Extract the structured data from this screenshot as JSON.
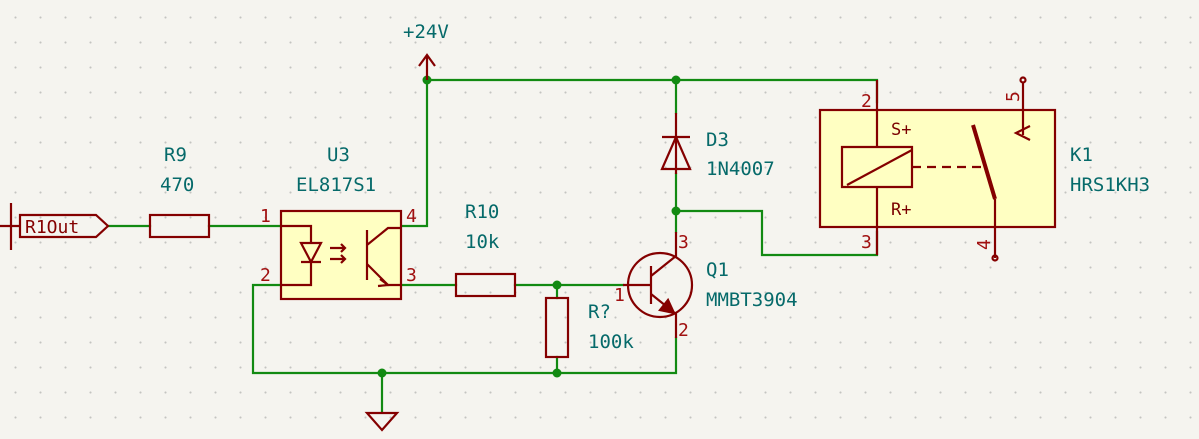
{
  "schematic": {
    "power": {
      "vcc_label": "+24V"
    },
    "global_label": {
      "text": "R1Out"
    },
    "r9": {
      "ref": "R9",
      "value": "470"
    },
    "u3": {
      "ref": "U3",
      "value": "EL817S1",
      "pins": {
        "p1": "1",
        "p2": "2",
        "p3": "3",
        "p4": "4"
      }
    },
    "r10": {
      "ref": "R10",
      "value": "10k"
    },
    "rq": {
      "ref": "R?",
      "value": "100k"
    },
    "q1": {
      "ref": "Q1",
      "value": "MMBT3904",
      "pins": {
        "b": "1",
        "e": "2",
        "c": "3"
      }
    },
    "d3": {
      "ref": "D3",
      "value": "1N4007"
    },
    "k1": {
      "ref": "K1",
      "value": "HRS1KH3",
      "pins": {
        "p2": "2",
        "p3": "3",
        "p4": "4",
        "p5": "5"
      },
      "pin_names": {
        "s_plus": "S+",
        "r_plus": "R+"
      }
    }
  }
}
